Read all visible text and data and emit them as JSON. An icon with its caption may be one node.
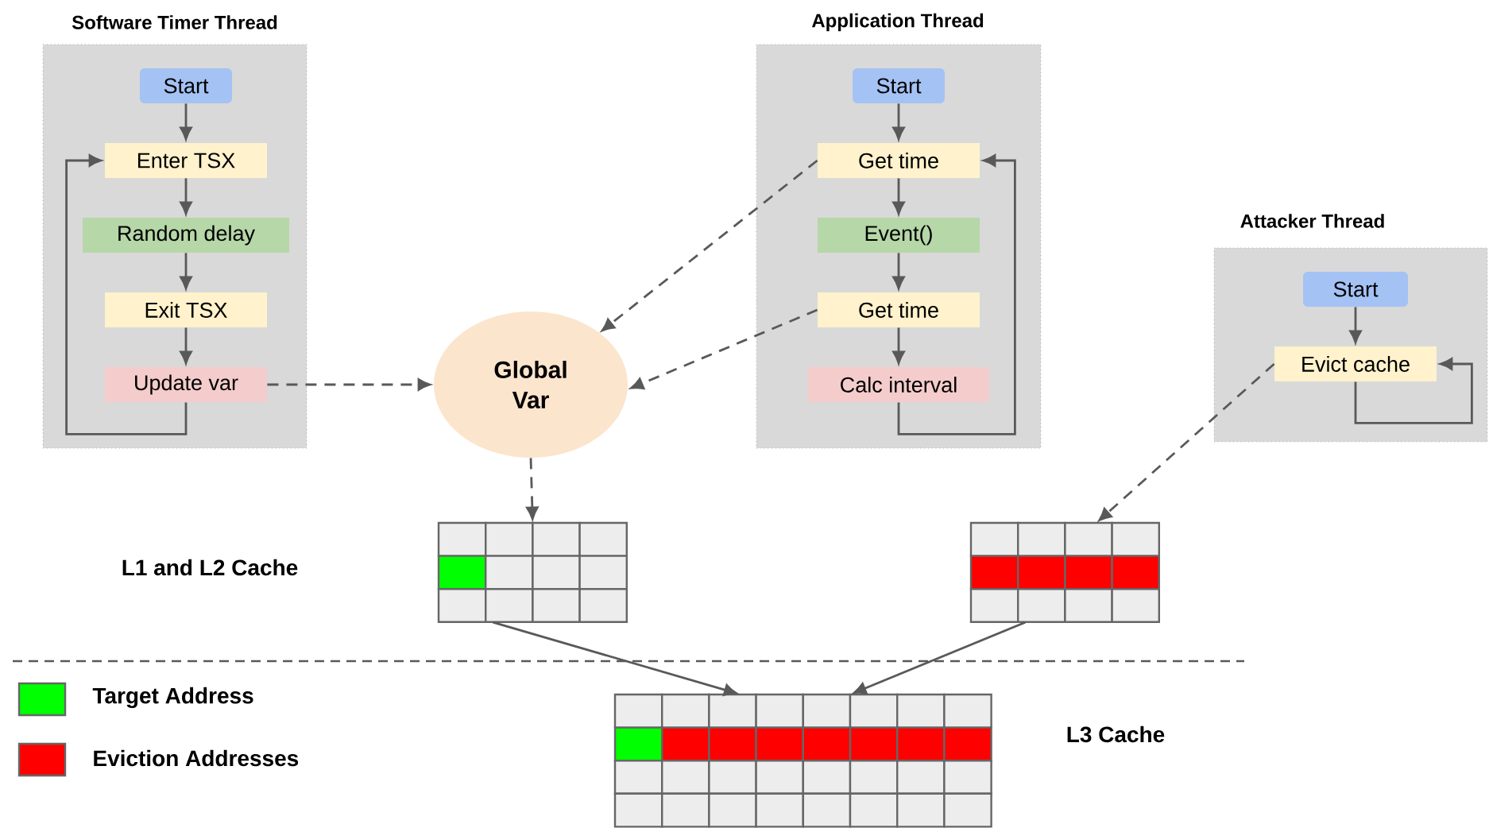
{
  "diagram": {
    "nodes": [
      {
        "text": [
          "Software Timer Thread"
        ]
      },
      {
        "text": [
          "Start"
        ],
        "in": 0
      },
      {
        "text": [
          "Enter TSX"
        ],
        "in": 0
      },
      {
        "text": [
          "Random delay"
        ],
        "in": 0
      },
      {
        "text": [
          "Exit TSX"
        ],
        "in": 0
      },
      {
        "text": [
          "Update var"
        ],
        "in": 0
      },
      {
        "text": [
          "Application Thread"
        ]
      },
      {
        "text": [
          "Start"
        ],
        "in": 6
      },
      {
        "text": [
          "Get time"
        ],
        "in": 6
      },
      {
        "text": [
          "Event()"
        ],
        "in": 6
      },
      {
        "text": [
          "Get time"
        ],
        "in": 6
      },
      {
        "text": [
          "Calc interval"
        ],
        "in": 6
      },
      {
        "text": [
          "Global Var"
        ]
      },
      {
        "text": [
          "Attacker Thread"
        ]
      },
      {
        "text": [
          "Start"
        ],
        "in": 13
      },
      {
        "text": [
          "Evict cache"
        ],
        "in": 13
      },
      {
        "text": [],
        "shape": "grid"
      },
      {
        "text": [],
        "shape": "grid"
      },
      {
        "text": [],
        "shape": "grid"
      }
    ],
    "edges": [
      {
        "from": 1,
        "to": 2,
        "arrow": "to"
      },
      {
        "from": 2,
        "to": 3,
        "arrow": "to"
      },
      {
        "from": 3,
        "to": 4,
        "arrow": "to"
      },
      {
        "from": 4,
        "to": 5,
        "arrow": "to"
      },
      {
        "from": 5,
        "to": 2,
        "arrow": "to"
      },
      {
        "from": 5,
        "to": 12,
        "arrow": "to",
        "style": "dashed"
      },
      {
        "from": 7,
        "to": 8,
        "arrow": "to"
      },
      {
        "from": 8,
        "to": 9,
        "arrow": "to"
      },
      {
        "from": 9,
        "to": 10,
        "arrow": "to"
      },
      {
        "from": 10,
        "to": 11,
        "arrow": "to"
      },
      {
        "from": 11,
        "to": 8,
        "arrow": "to"
      },
      {
        "from": 8,
        "to": 12,
        "arrow": "to",
        "style": "dashed"
      },
      {
        "from": 10,
        "to": 12,
        "arrow": "to",
        "style": "dashed"
      },
      {
        "from": 14,
        "to": 15,
        "arrow": "to"
      },
      {
        "from": 15,
        "to": 15,
        "arrow": "to"
      },
      {
        "from": 15,
        "to": 17,
        "arrow": "to",
        "style": "dashed"
      },
      {
        "from": 12,
        "to": 16,
        "arrow": "to",
        "style": "dashed"
      },
      {
        "from": 16,
        "to": 18,
        "arrow": "to"
      },
      {
        "from": 17,
        "to": 18,
        "arrow": "to"
      }
    ],
    "labels": [
      "L1 and L2 Cache",
      "L3 Cache"
    ],
    "legend": [
      {
        "text": "Target Address",
        "color": "#00ff00"
      },
      {
        "text": "Eviction Addresses",
        "color": "#ff0000"
      }
    ]
  }
}
